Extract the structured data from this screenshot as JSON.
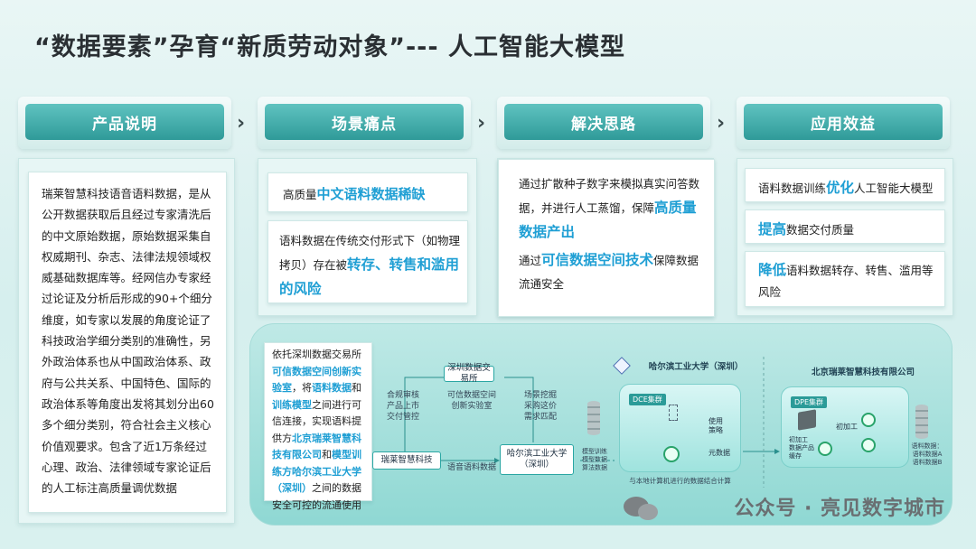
{
  "title": "“数据要素”孕育“新质劳动对象”--- 人工智能大模型",
  "headers": [
    "产品说明",
    "场景痛点",
    "解决思路",
    "应用效益"
  ],
  "product_desc": "瑞莱智慧科技语音语料数据，是从公开数据获取后且经过专家清洗后的中文原始数据，原始数据采集自权威期刊、杂志、法律法规领域权威基础数据库等。经网信办专家经过论证及分析后形成的90+个细分维度，如专家以发展的角度论证了科技政治学细分类别的准确性，另外政治体系也从中国政治体系、政府与公共关系、中国特色、国际的政治体系等角度出发将其划分出60多个细分类别，符合社会主义核心价值观要求。包含了近1万条经过心理、政治、法律领域专家论证后的人工标注高质量调优数据",
  "pain": {
    "p1_pre": "高质量",
    "p1_hl": "中文语料数据稀缺",
    "p2_pre": "语料数据在传统交付形式下（如物理拷贝）存在被",
    "p2_hl": "转存、转售和滥用的风险"
  },
  "solution": {
    "s1_pre": "通过扩散种子数字来模拟真实问答数据，并进行人工蒸馏，保障",
    "s1_hl": "高质量数据产出",
    "s2_pre": "通过",
    "s2_hl": "可信数据空间技术",
    "s2_post": "保障数据流通安全"
  },
  "benefit": {
    "b1_pre": "语料数据训练",
    "b1_hl": "优化",
    "b1_post": "人工智能大模型",
    "b2_hl": "提高",
    "b2_post": "数据交付质量",
    "b3_hl": "降低",
    "b3_post": "语料数据转存、转售、滥用等风险"
  },
  "bottom_text": {
    "t1": "依托深圳数据交易所",
    "t2": "可信数据空间创新实验室",
    "t3": "，将",
    "t4": "语料数据",
    "t5": "和",
    "t6": "训练模型",
    "t7": "之间进行可信连接，实现语料提供方",
    "t8": "北京瑞莱智慧科技有限公司",
    "t9": "和",
    "t10": "模型训练方",
    "t11": "哈尔滨工业大学（深圳）",
    "t12": "之间的数据安全可控的流通使用"
  },
  "diagram": {
    "exchange": "深圳数据交易所",
    "ruilai": "瑞莱智慧科技",
    "hit": "哈尔滨工业大学（深圳）",
    "lbl_left": "合规审核\n产品上市\n交付管控",
    "lbl_mid": "可信数据空间\n创新实验室",
    "lbl_right": "场景挖掘\n采购这价\n需求匹配",
    "lbl_corpus": "语音语料数据",
    "hit_title": "哈尔滨工业大学（深圳）",
    "bj_title": "北京瑞莱智慧科技有限公司",
    "dce": "DCE集群",
    "dpe": "DPE集群",
    "use_policy": "使用策略",
    "elements": "元数据",
    "compute_caption": "与本地计算机进行的数据结合计算",
    "init_process": "初加工",
    "init_store": "初加工\n数据产品\n缓存",
    "model_train": "模型训练\n模型数据\n算法数据",
    "corpus_in": "语料数据：\n语料数据A\n语料数据B"
  },
  "watermark": "公众号 · 亮见数字城市"
}
